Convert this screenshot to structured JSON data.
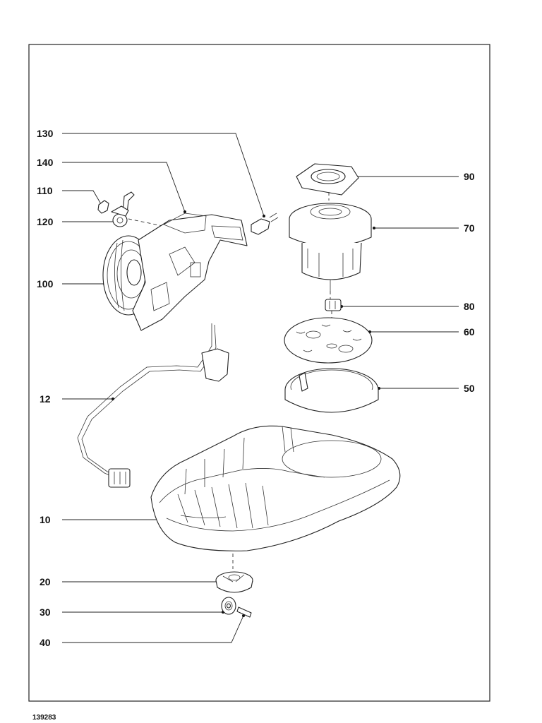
{
  "document_code": "139283",
  "callouts": {
    "c130": "130",
    "c140": "140",
    "c110": "110",
    "c120": "120",
    "c100": "100",
    "c12": "12",
    "c10": "10",
    "c20": "20",
    "c30": "30",
    "c40": "40",
    "c90": "90",
    "c70": "70",
    "c80": "80",
    "c60": "60",
    "c50": "50"
  }
}
